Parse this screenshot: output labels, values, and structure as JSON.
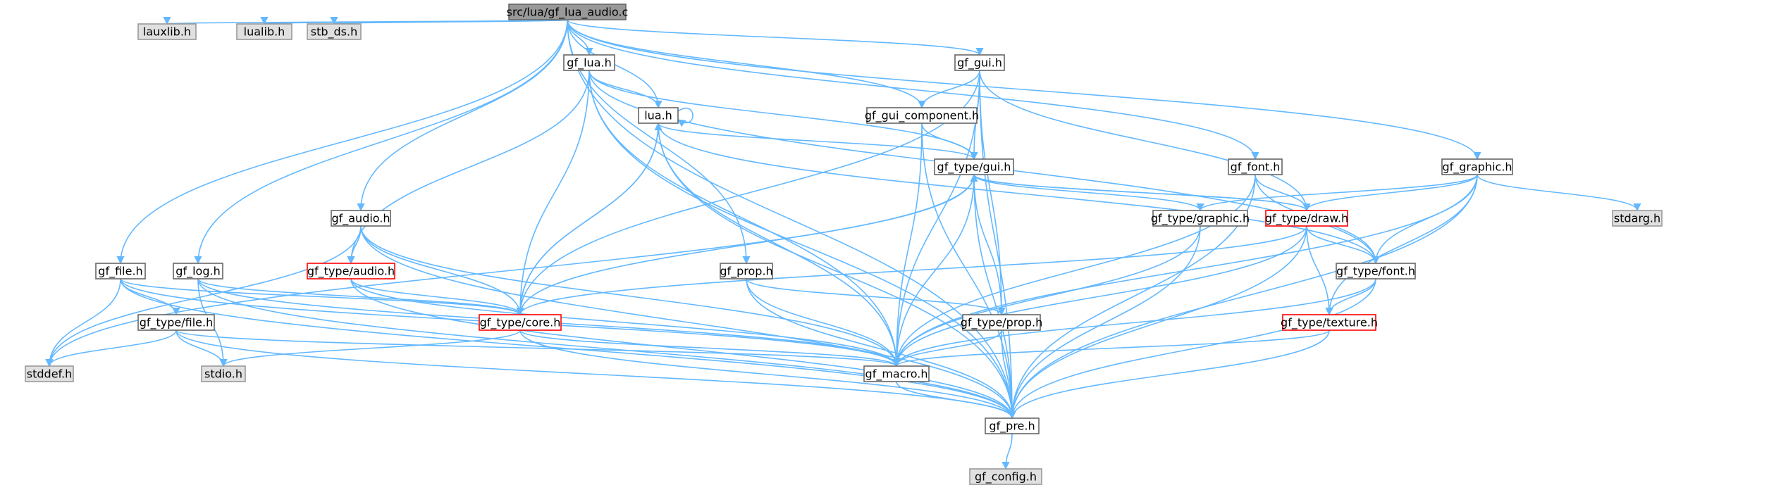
{
  "graph": {
    "colors": {
      "edge": "#63b8ff",
      "root_fill": "#999999",
      "local_border": "#666666",
      "external_fill": "#e0e0e0",
      "truncated_border": "#ff0000"
    },
    "nodes": [
      {
        "id": "src_lua_gf_lua_audio_c",
        "label": "src/lua/gf_lua_audio.c",
        "kind": "root"
      },
      {
        "id": "lauxlib_h",
        "label": "lauxlib.h",
        "kind": "external"
      },
      {
        "id": "lualib_h",
        "label": "lualib.h",
        "kind": "external"
      },
      {
        "id": "stb_ds_h",
        "label": "stb_ds.h",
        "kind": "external"
      },
      {
        "id": "gf_lua_h",
        "label": "gf_lua.h",
        "kind": "local"
      },
      {
        "id": "gf_gui_h",
        "label": "gf_gui.h",
        "kind": "local"
      },
      {
        "id": "lua_h",
        "label": "lua.h",
        "kind": "local"
      },
      {
        "id": "gf_gui_component_h",
        "label": "gf_gui_component.h",
        "kind": "local"
      },
      {
        "id": "gf_type_gui_h",
        "label": "gf_type/gui.h",
        "kind": "local"
      },
      {
        "id": "gf_font_h",
        "label": "gf_font.h",
        "kind": "local"
      },
      {
        "id": "gf_graphic_h",
        "label": "gf_graphic.h",
        "kind": "local"
      },
      {
        "id": "gf_audio_h",
        "label": "gf_audio.h",
        "kind": "local"
      },
      {
        "id": "gf_type_graphic_h",
        "label": "gf_type/graphic.h",
        "kind": "local"
      },
      {
        "id": "gf_type_draw_h",
        "label": "gf_type/draw.h",
        "kind": "truncated"
      },
      {
        "id": "stdarg_h",
        "label": "stdarg.h",
        "kind": "external"
      },
      {
        "id": "gf_file_h",
        "label": "gf_file.h",
        "kind": "local"
      },
      {
        "id": "gf_log_h",
        "label": "gf_log.h",
        "kind": "local"
      },
      {
        "id": "gf_type_audio_h",
        "label": "gf_type/audio.h",
        "kind": "truncated"
      },
      {
        "id": "gf_prop_h",
        "label": "gf_prop.h",
        "kind": "local"
      },
      {
        "id": "gf_type_font_h",
        "label": "gf_type/font.h",
        "kind": "local"
      },
      {
        "id": "gf_type_file_h",
        "label": "gf_type/file.h",
        "kind": "local"
      },
      {
        "id": "gf_type_core_h",
        "label": "gf_type/core.h",
        "kind": "truncated"
      },
      {
        "id": "gf_type_prop_h",
        "label": "gf_type/prop.h",
        "kind": "local"
      },
      {
        "id": "gf_type_texture_h",
        "label": "gf_type/texture.h",
        "kind": "truncated"
      },
      {
        "id": "stddef_h",
        "label": "stddef.h",
        "kind": "external"
      },
      {
        "id": "stdio_h",
        "label": "stdio.h",
        "kind": "external"
      },
      {
        "id": "gf_macro_h",
        "label": "gf_macro.h",
        "kind": "local"
      },
      {
        "id": "gf_pre_h",
        "label": "gf_pre.h",
        "kind": "local"
      },
      {
        "id": "gf_config_h",
        "label": "gf_config.h",
        "kind": "external"
      }
    ],
    "edges": [
      [
        "src_lua_gf_lua_audio_c",
        "lauxlib_h"
      ],
      [
        "src_lua_gf_lua_audio_c",
        "lualib_h"
      ],
      [
        "src_lua_gf_lua_audio_c",
        "stb_ds_h"
      ],
      [
        "src_lua_gf_lua_audio_c",
        "gf_lua_h"
      ],
      [
        "src_lua_gf_lua_audio_c",
        "gf_gui_h"
      ],
      [
        "src_lua_gf_lua_audio_c",
        "lua_h"
      ],
      [
        "src_lua_gf_lua_audio_c",
        "gf_gui_component_h"
      ],
      [
        "src_lua_gf_lua_audio_c",
        "gf_font_h"
      ],
      [
        "src_lua_gf_lua_audio_c",
        "gf_graphic_h"
      ],
      [
        "src_lua_gf_lua_audio_c",
        "gf_audio_h"
      ],
      [
        "src_lua_gf_lua_audio_c",
        "gf_file_h"
      ],
      [
        "src_lua_gf_lua_audio_c",
        "gf_log_h"
      ],
      [
        "src_lua_gf_lua_audio_c",
        "gf_prop_h"
      ],
      [
        "src_lua_gf_lua_audio_c",
        "gf_pre_h"
      ],
      [
        "gf_lua_h",
        "lua_h"
      ],
      [
        "gf_lua_h",
        "gf_type_gui_h"
      ],
      [
        "gf_lua_h",
        "gf_type_audio_h"
      ],
      [
        "gf_lua_h",
        "gf_type_core_h"
      ],
      [
        "gf_lua_h",
        "gf_macro_h"
      ],
      [
        "gf_lua_h",
        "gf_pre_h"
      ],
      [
        "gf_lua_h",
        "gf_type_font_h"
      ],
      [
        "lua_h",
        "lua_h"
      ],
      [
        "lua_h",
        "gf_type_gui_h"
      ],
      [
        "lua_h",
        "gf_type_core_h"
      ],
      [
        "lua_h",
        "gf_macro_h"
      ],
      [
        "lua_h",
        "gf_pre_h"
      ],
      [
        "lua_h",
        "gf_type_font_h"
      ],
      [
        "gf_gui_h",
        "gf_gui_component_h"
      ],
      [
        "gf_gui_h",
        "gf_type_gui_h"
      ],
      [
        "gf_gui_h",
        "gf_type_draw_h"
      ],
      [
        "gf_gui_h",
        "gf_type_prop_h"
      ],
      [
        "gf_gui_h",
        "gf_type_core_h"
      ],
      [
        "gf_gui_h",
        "gf_macro_h"
      ],
      [
        "gf_gui_h",
        "gf_pre_h"
      ],
      [
        "gf_gui_component_h",
        "gf_type_gui_h"
      ],
      [
        "gf_gui_component_h",
        "gf_macro_h"
      ],
      [
        "gf_gui_component_h",
        "gf_pre_h"
      ],
      [
        "gf_type_gui_h",
        "gf_type_graphic_h"
      ],
      [
        "gf_type_gui_h",
        "gf_type_draw_h"
      ],
      [
        "gf_type_gui_h",
        "gf_type_prop_h"
      ],
      [
        "gf_type_gui_h",
        "gf_type_core_h"
      ],
      [
        "gf_type_gui_h",
        "gf_macro_h"
      ],
      [
        "gf_type_gui_h",
        "gf_pre_h"
      ],
      [
        "gf_type_gui_h",
        "stddef_h"
      ],
      [
        "gf_type_draw_h",
        "gf_type_gui_h"
      ],
      [
        "gf_type_draw_h",
        "gf_type_font_h"
      ],
      [
        "gf_type_draw_h",
        "gf_type_texture_h"
      ],
      [
        "gf_type_draw_h",
        "gf_type_core_h"
      ],
      [
        "gf_type_draw_h",
        "gf_macro_h"
      ],
      [
        "gf_type_draw_h",
        "gf_pre_h"
      ],
      [
        "gf_font_h",
        "gf_type_draw_h"
      ],
      [
        "gf_font_h",
        "gf_type_font_h"
      ],
      [
        "gf_font_h",
        "gf_macro_h"
      ],
      [
        "gf_font_h",
        "gf_pre_h"
      ],
      [
        "gf_graphic_h",
        "gf_type_graphic_h"
      ],
      [
        "gf_graphic_h",
        "gf_type_draw_h"
      ],
      [
        "gf_graphic_h",
        "stdarg_h"
      ],
      [
        "gf_graphic_h",
        "gf_type_font_h"
      ],
      [
        "gf_graphic_h",
        "gf_type_texture_h"
      ],
      [
        "gf_graphic_h",
        "gf_macro_h"
      ],
      [
        "gf_graphic_h",
        "gf_pre_h"
      ],
      [
        "gf_type_graphic_h",
        "gf_macro_h"
      ],
      [
        "gf_type_graphic_h",
        "gf_pre_h"
      ],
      [
        "gf_type_font_h",
        "gf_type_texture_h"
      ],
      [
        "gf_type_font_h",
        "gf_macro_h"
      ],
      [
        "gf_type_font_h",
        "gf_pre_h"
      ],
      [
        "gf_type_texture_h",
        "gf_macro_h"
      ],
      [
        "gf_type_texture_h",
        "gf_pre_h"
      ],
      [
        "gf_audio_h",
        "gf_type_audio_h"
      ],
      [
        "gf_audio_h",
        "gf_type_core_h"
      ],
      [
        "gf_audio_h",
        "gf_macro_h"
      ],
      [
        "gf_audio_h",
        "gf_pre_h"
      ],
      [
        "gf_audio_h",
        "stddef_h"
      ],
      [
        "gf_type_audio_h",
        "gf_type_core_h"
      ],
      [
        "gf_type_audio_h",
        "gf_macro_h"
      ],
      [
        "gf_type_audio_h",
        "gf_pre_h"
      ],
      [
        "gf_type_core_h",
        "lua_h"
      ],
      [
        "gf_type_core_h",
        "stdio_h"
      ],
      [
        "gf_type_core_h",
        "gf_macro_h"
      ],
      [
        "gf_type_core_h",
        "gf_pre_h"
      ],
      [
        "gf_file_h",
        "gf_type_file_h"
      ],
      [
        "gf_file_h",
        "gf_type_core_h"
      ],
      [
        "gf_file_h",
        "stddef_h"
      ],
      [
        "gf_file_h",
        "gf_macro_h"
      ],
      [
        "gf_file_h",
        "gf_pre_h"
      ],
      [
        "gf_type_file_h",
        "stddef_h"
      ],
      [
        "gf_type_file_h",
        "stdio_h"
      ],
      [
        "gf_type_file_h",
        "gf_macro_h"
      ],
      [
        "gf_type_file_h",
        "gf_pre_h"
      ],
      [
        "gf_log_h",
        "gf_type_core_h"
      ],
      [
        "gf_log_h",
        "stdio_h"
      ],
      [
        "gf_log_h",
        "gf_macro_h"
      ],
      [
        "gf_log_h",
        "gf_pre_h"
      ],
      [
        "gf_prop_h",
        "gf_type_prop_h"
      ],
      [
        "gf_prop_h",
        "gf_macro_h"
      ],
      [
        "gf_prop_h",
        "gf_pre_h"
      ],
      [
        "gf_type_prop_h",
        "gf_macro_h"
      ],
      [
        "gf_type_prop_h",
        "gf_pre_h"
      ],
      [
        "gf_macro_h",
        "gf_pre_h"
      ],
      [
        "gf_pre_h",
        "gf_config_h"
      ]
    ]
  }
}
